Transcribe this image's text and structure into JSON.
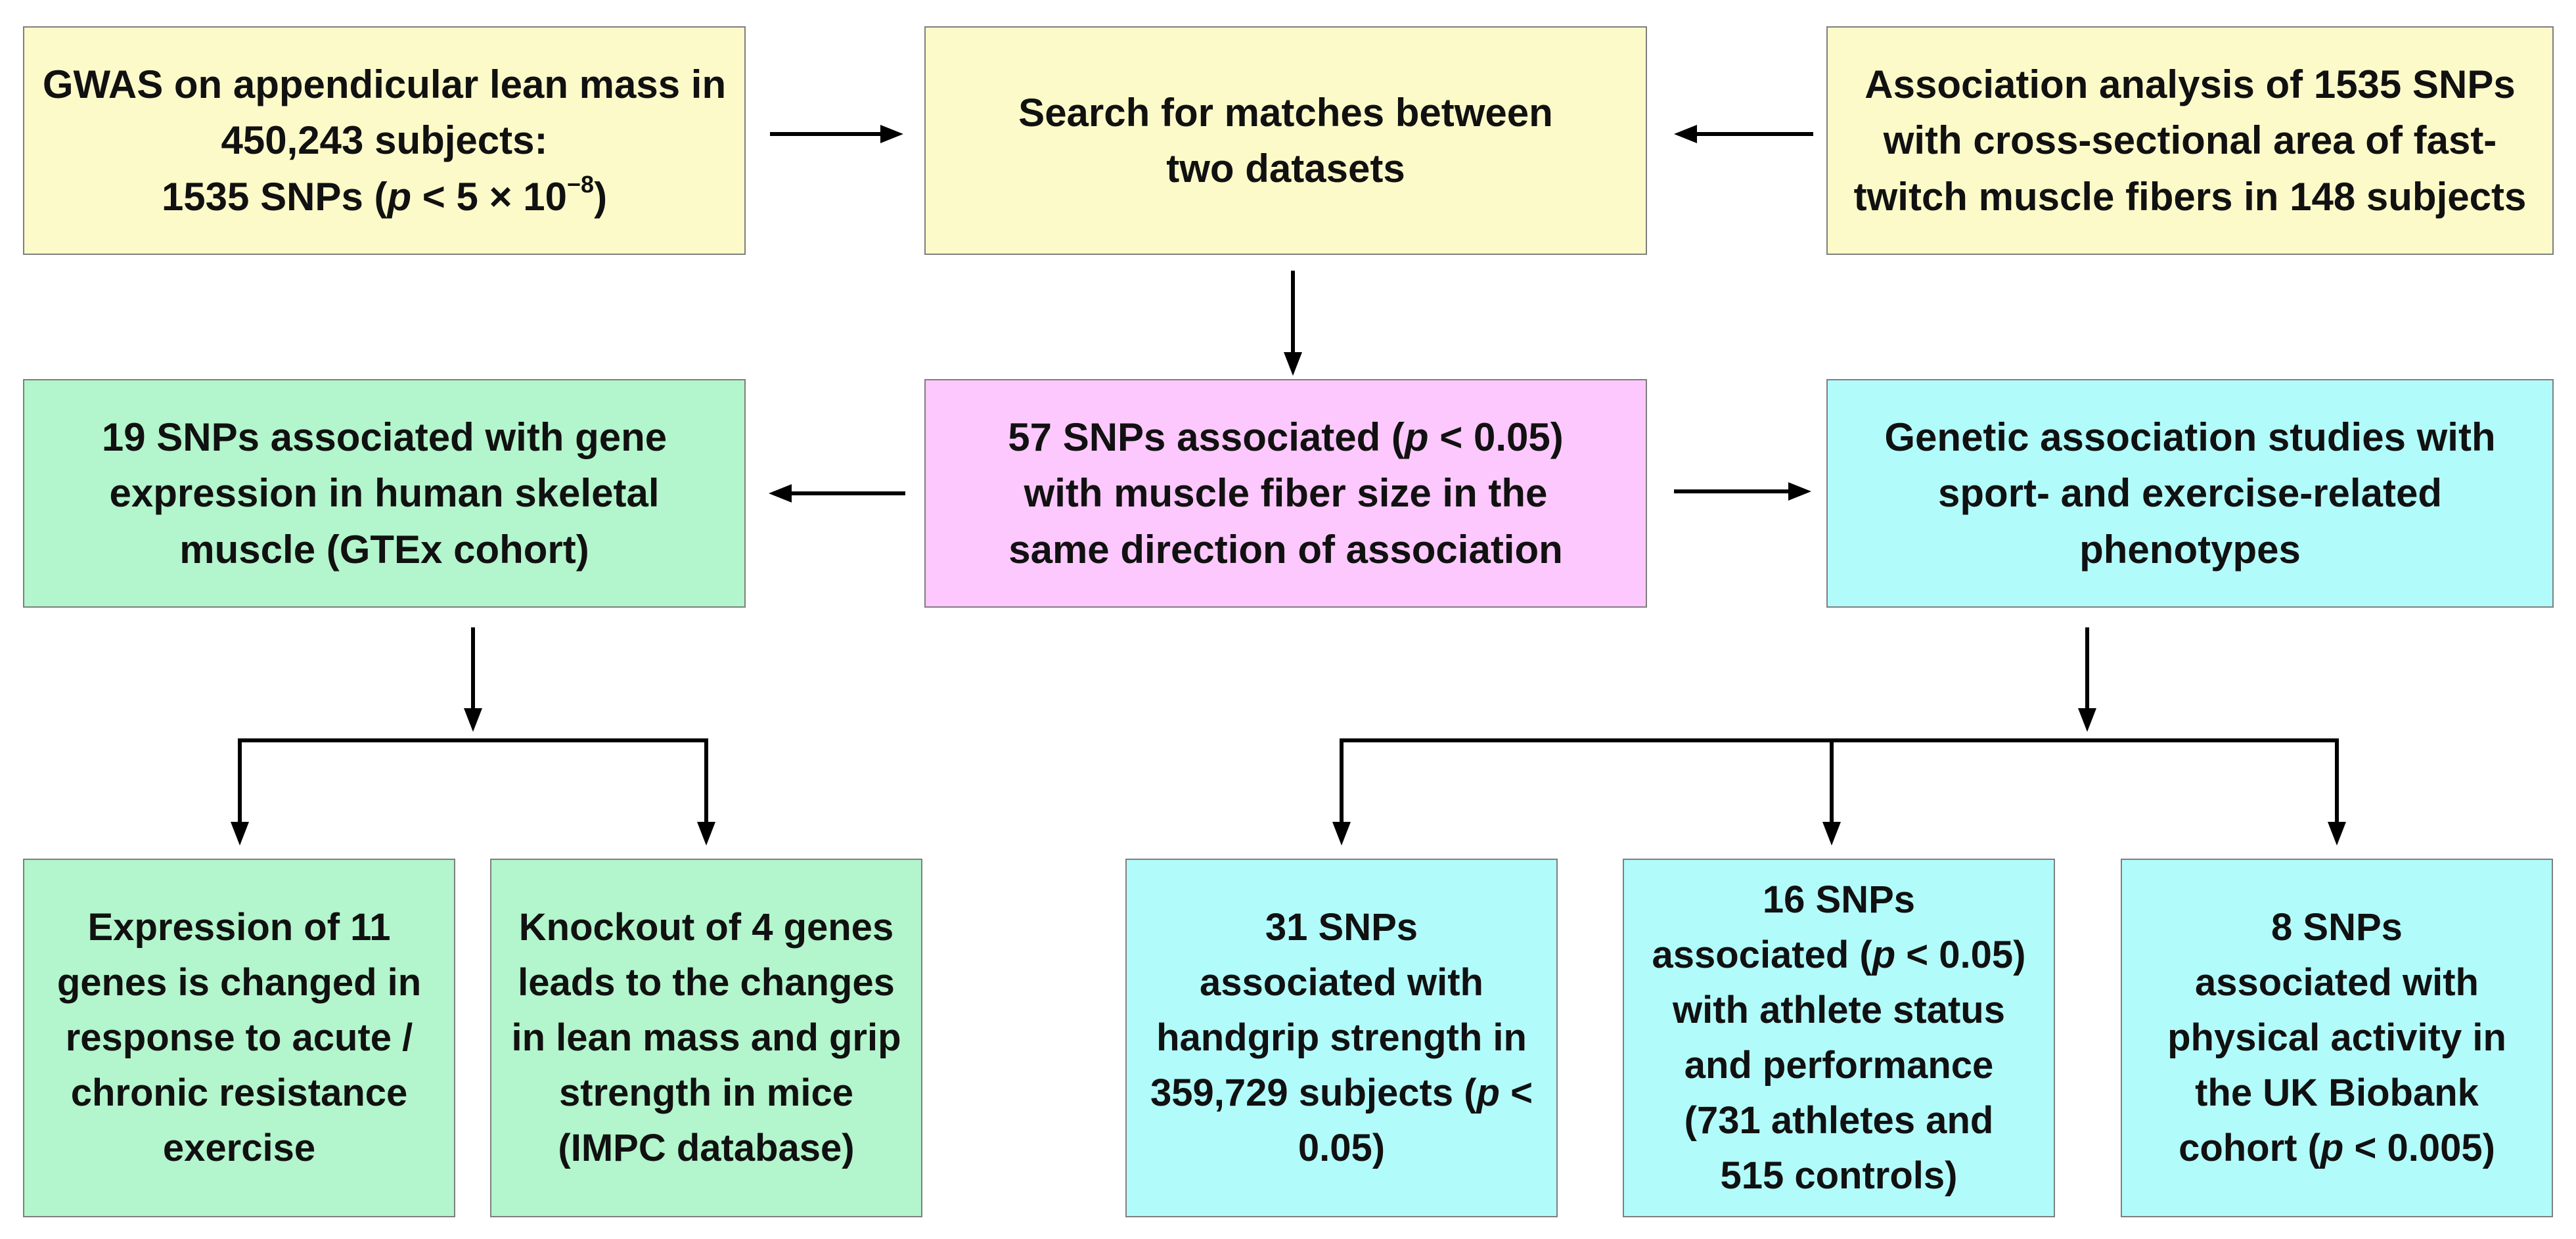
{
  "colors": {
    "yellow": "#fcfac9",
    "pink": "#fdc8fd",
    "green": "#b3f5cc",
    "cyan": "#b2fbfb",
    "arrow": "#000000"
  },
  "boxes": {
    "gwas": {
      "line1": "GWAS on appendicular lean mass in",
      "line2": "450,243 subjects:",
      "line3_pre": "1535 SNPs (",
      "line3_p": "p",
      "line3_mid": " < 5 × 10",
      "line3_sup": "−8",
      "line3_post": ")"
    },
    "search": {
      "line1": "Search for matches between",
      "line2": "two datasets"
    },
    "association": {
      "line1": "Association analysis of 1535 SNPs",
      "line2": "with cross-sectional area of fast-",
      "line3": "twitch muscle fibers in 148 subjects"
    },
    "gtex": {
      "line1": "19 SNPs associated with gene",
      "line2": "expression in human skeletal",
      "line3": "muscle (GTEx cohort)"
    },
    "snps57": {
      "line1_pre": "57 SNPs associated (",
      "line1_p": "p",
      "line1_post": " < 0.05)",
      "line2": "with muscle fiber size in the",
      "line3": "same direction of association"
    },
    "genetic": {
      "line1": "Genetic association studies with",
      "line2": "sport- and exercise-related",
      "line3": "phenotypes"
    },
    "expression": {
      "line1": "Expression of 11",
      "line2": "genes is changed in",
      "line3": "response to acute /",
      "line4": "chronic resistance",
      "line5": "exercise"
    },
    "knockout": {
      "line1": "Knockout of 4 genes",
      "line2": "leads to the changes",
      "line3": "in lean mass and grip",
      "line4": "strength in mice",
      "line5": "(IMPC database)"
    },
    "handgrip": {
      "line1": "31 SNPs",
      "line2": "associated with",
      "line3": "handgrip strength in",
      "line4_pre": "359,729 subjects (",
      "line4_p": "p",
      "line4_post": " <",
      "line5": "0.05)"
    },
    "athlete": {
      "line1": "16 SNPs",
      "line2_pre": "associated (",
      "line2_p": "p",
      "line2_post": " < 0.05)",
      "line3": "with athlete status",
      "line4": "and performance",
      "line5": "(731 athletes and",
      "line6": "515 controls)"
    },
    "activity": {
      "line1": "8 SNPs",
      "line2": "associated with",
      "line3": "physical activity in",
      "line4": "the UK Biobank",
      "line5_pre": "cohort (",
      "line5_p": "p",
      "line5_post": " < 0.005)"
    }
  }
}
